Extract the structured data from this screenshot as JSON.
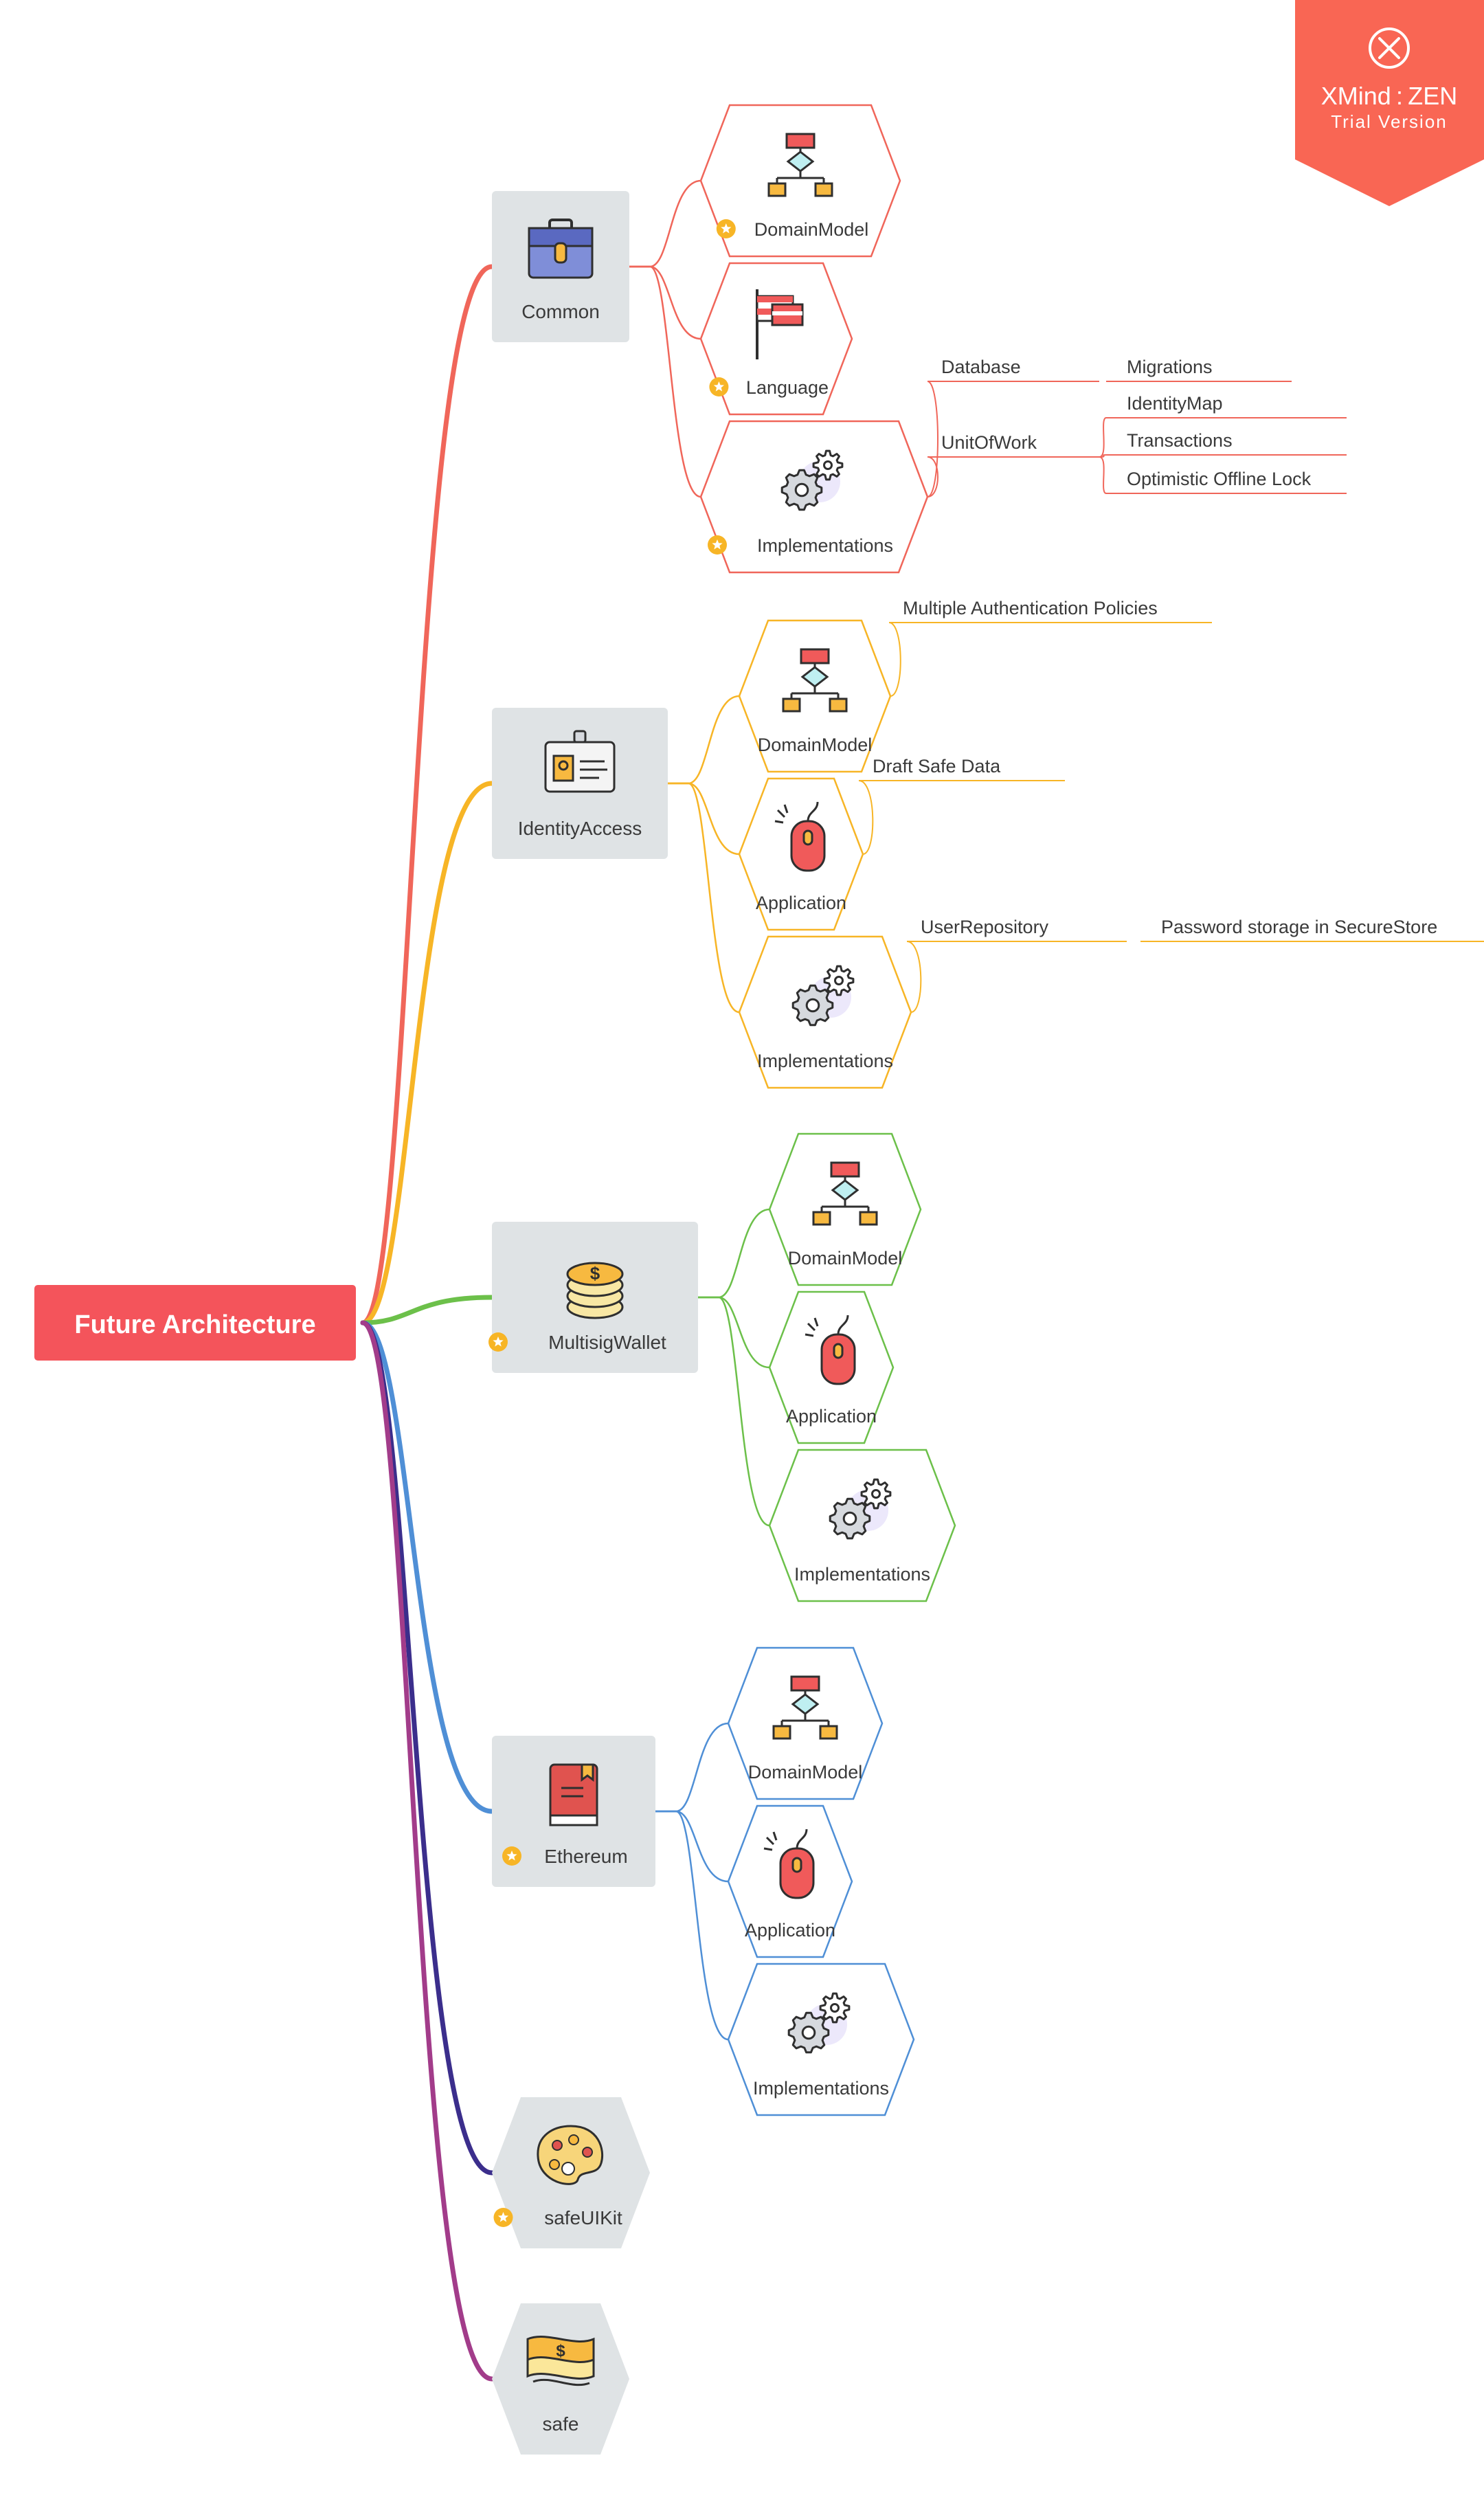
{
  "root": {
    "label": "Future Architecture",
    "fill": "#f4545b"
  },
  "watermark": {
    "brand": "XMind : ZEN",
    "edition": "Trial Version",
    "fill": "#f96654"
  },
  "branches": [
    {
      "id": "common",
      "label": "Common",
      "icon": "briefcase-icon",
      "starred": false,
      "color": "#f0665a",
      "shape": "rect",
      "children": [
        {
          "label": "DomainModel",
          "icon": "flowchart-icon",
          "starred": true,
          "shape": "hex",
          "details": []
        },
        {
          "label": "Language",
          "icon": "flag-icon",
          "starred": true,
          "shape": "hex",
          "details": []
        },
        {
          "label": "Implementations",
          "icon": "gears-icon",
          "starred": true,
          "shape": "hex",
          "details": [
            {
              "label": "Database",
              "children": [
                "Migrations"
              ]
            },
            {
              "label": "UnitOfWork",
              "children": [
                "IdentityMap",
                "Transactions",
                "Optimistic Offline Lock"
              ]
            }
          ]
        }
      ]
    },
    {
      "id": "identity",
      "label": "IdentityAccess",
      "icon": "id-card-icon",
      "starred": false,
      "color": "#f7b526",
      "shape": "rect",
      "children": [
        {
          "label": "DomainModel",
          "icon": "flowchart-icon",
          "starred": false,
          "shape": "hex",
          "details": [
            {
              "label": "Multiple Authentication Policies",
              "children": []
            }
          ]
        },
        {
          "label": "Application",
          "icon": "mouse-icon",
          "starred": false,
          "shape": "hex",
          "details": [
            {
              "label": "Draft Safe Data",
              "children": []
            }
          ]
        },
        {
          "label": "Implementations",
          "icon": "gears-icon",
          "starred": false,
          "shape": "hex",
          "details": [
            {
              "label": "UserRepository",
              "children": [
                "Password storage in SecureStore"
              ]
            }
          ]
        }
      ]
    },
    {
      "id": "multisig",
      "label": "MultisigWallet",
      "icon": "coins-icon",
      "starred": true,
      "color": "#6cc04a",
      "shape": "rect",
      "children": [
        {
          "label": "DomainModel",
          "icon": "flowchart-icon",
          "starred": false,
          "shape": "hex",
          "details": []
        },
        {
          "label": "Application",
          "icon": "mouse-icon",
          "starred": false,
          "shape": "hex",
          "details": []
        },
        {
          "label": "Implementations",
          "icon": "gears-icon",
          "starred": false,
          "shape": "hex",
          "details": []
        }
      ]
    },
    {
      "id": "ethereum",
      "label": "Ethereum",
      "icon": "book-icon",
      "starred": true,
      "color": "#4f8fd6",
      "shape": "rect",
      "children": [
        {
          "label": "DomainModel",
          "icon": "flowchart-icon",
          "starred": false,
          "shape": "hex",
          "details": []
        },
        {
          "label": "Application",
          "icon": "mouse-icon",
          "starred": false,
          "shape": "hex",
          "details": []
        },
        {
          "label": "Implementations",
          "icon": "gears-icon",
          "starred": false,
          "shape": "hex",
          "details": []
        }
      ]
    },
    {
      "id": "safeuikit",
      "label": "safeUIKit",
      "icon": "palette-icon",
      "starred": true,
      "color": "#3b2e8c",
      "shape": "hex",
      "children": []
    },
    {
      "id": "safe",
      "label": "safe",
      "icon": "money-icon",
      "starred": false,
      "color": "#a23c8a",
      "shape": "hex",
      "children": []
    }
  ]
}
